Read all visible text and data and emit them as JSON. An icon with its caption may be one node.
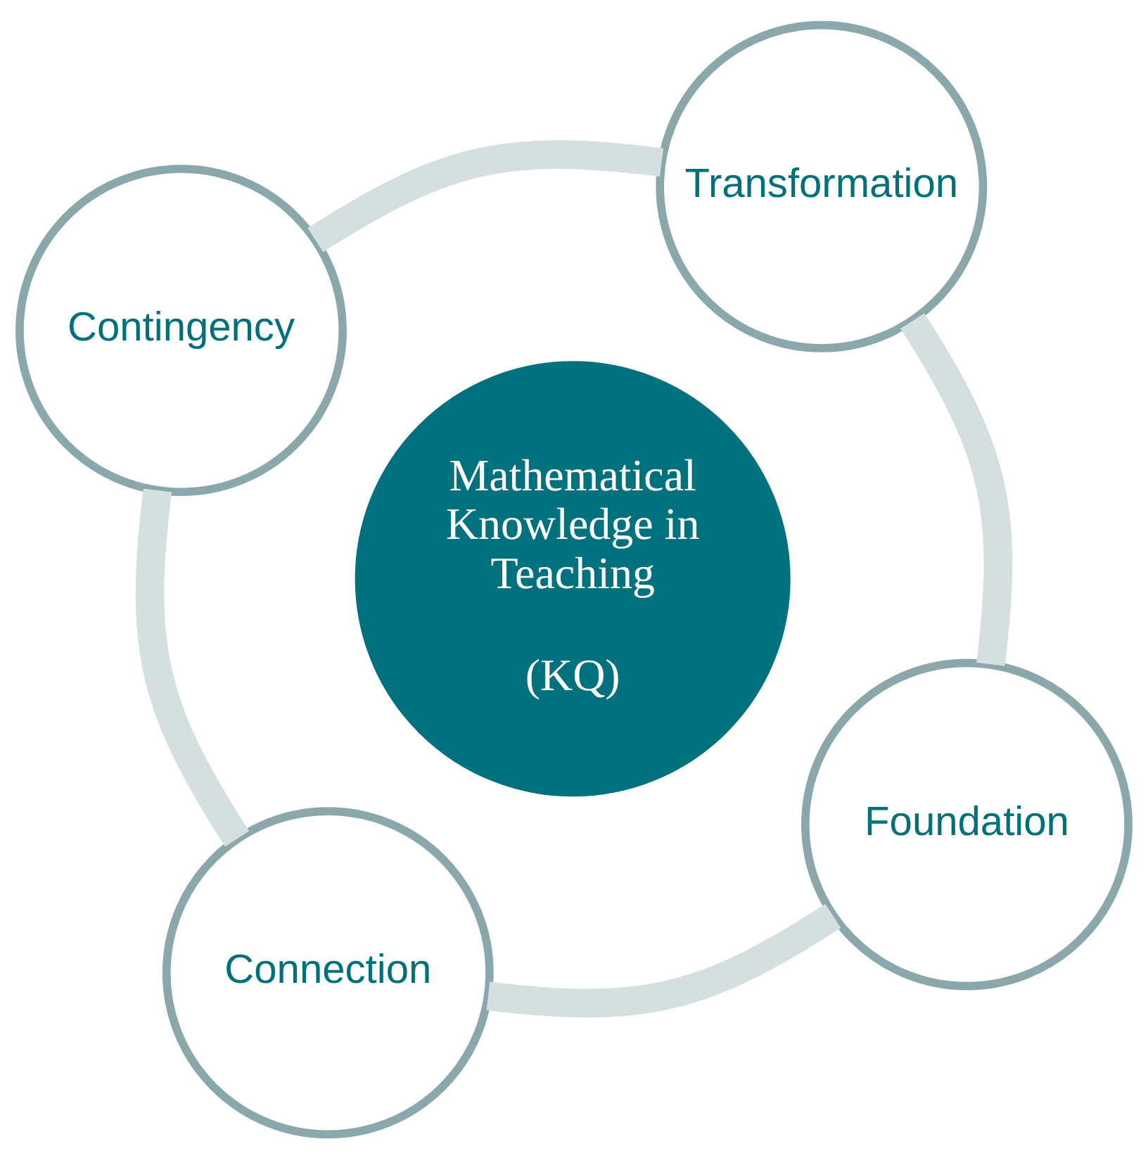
{
  "diagram": {
    "nodes": [
      {
        "text": [
          "Mathematical Knowledge in Teaching",
          "(KQ)"
        ]
      },
      {
        "text": [
          "Foundation"
        ]
      },
      {
        "text": [
          "Connection"
        ]
      },
      {
        "text": [
          "Contingency"
        ]
      },
      {
        "text": [
          "Transformation"
        ]
      }
    ],
    "edges": [
      {
        "from": 1,
        "to": 2,
        "arrow": "none"
      },
      {
        "from": 2,
        "to": 3,
        "arrow": "none"
      },
      {
        "from": 3,
        "to": 4,
        "arrow": "none"
      },
      {
        "from": 4,
        "to": 1,
        "arrow": "none"
      }
    ]
  }
}
